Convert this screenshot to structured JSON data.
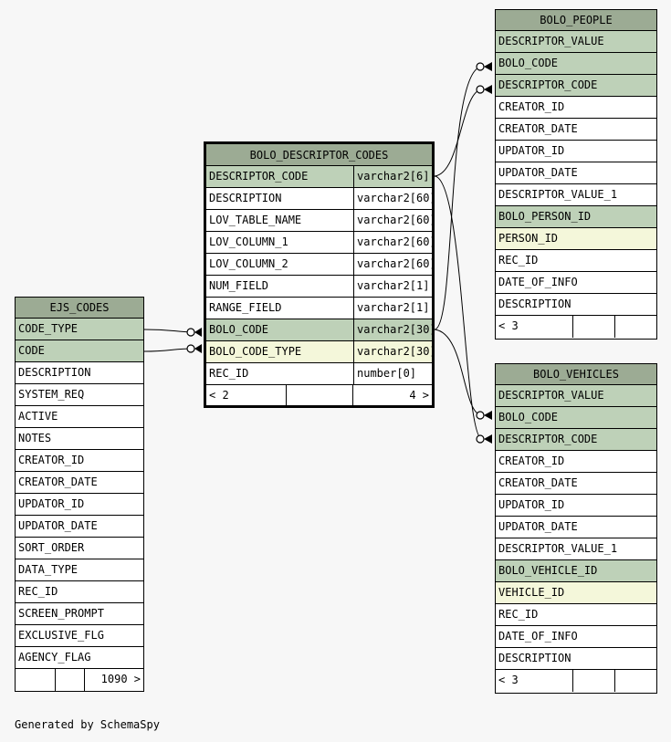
{
  "diagram": {
    "generated_by": "Generated by SchemaSpy",
    "line_color": "#000000",
    "colors": {
      "header": "#9cab94",
      "primary_key": "#bed1b8",
      "foreign_key": "#f4f7da",
      "background": "#f7f7f7"
    }
  },
  "tables": {
    "bolo_descriptor_codes": {
      "name": "BOLO_DESCRIPTOR_CODES",
      "columns": [
        {
          "name": "DESCRIPTOR_CODE",
          "type": "varchar2[6]"
        },
        {
          "name": "DESCRIPTION",
          "type": "varchar2[60]"
        },
        {
          "name": "LOV_TABLE_NAME",
          "type": "varchar2[60]"
        },
        {
          "name": "LOV_COLUMN_1",
          "type": "varchar2[60]"
        },
        {
          "name": "LOV_COLUMN_2",
          "type": "varchar2[60]"
        },
        {
          "name": "NUM_FIELD",
          "type": "varchar2[1]"
        },
        {
          "name": "RANGE_FIELD",
          "type": "varchar2[1]"
        },
        {
          "name": "BOLO_CODE",
          "type": "varchar2[30]"
        },
        {
          "name": "BOLO_CODE_TYPE",
          "type": "varchar2[30]"
        },
        {
          "name": "REC_ID",
          "type": "number[0]"
        }
      ],
      "footer": {
        "parents": "< 2",
        "middle": "",
        "children": "4 >"
      }
    },
    "ejs_codes": {
      "name": "EJS_CODES",
      "columns": [
        "CODE_TYPE",
        "CODE",
        "DESCRIPTION",
        "SYSTEM_REQ",
        "ACTIVE",
        "NOTES",
        "CREATOR_ID",
        "CREATOR_DATE",
        "UPDATOR_ID",
        "UPDATOR_DATE",
        "SORT_ORDER",
        "DATA_TYPE",
        "REC_ID",
        "SCREEN_PROMPT",
        "EXCLUSIVE_FLG",
        "AGENCY_FLAG"
      ],
      "footer": {
        "parents": "",
        "middle": "",
        "children": "1090 >"
      }
    },
    "bolo_people": {
      "name": "BOLO_PEOPLE",
      "columns": [
        "DESCRIPTOR_VALUE",
        "BOLO_CODE",
        "DESCRIPTOR_CODE",
        "CREATOR_ID",
        "CREATOR_DATE",
        "UPDATOR_ID",
        "UPDATOR_DATE",
        "DESCRIPTOR_VALUE_1",
        "BOLO_PERSON_ID",
        "PERSON_ID",
        "REC_ID",
        "DATE_OF_INFO",
        "DESCRIPTION"
      ],
      "footer": {
        "parents": "< 3",
        "middle": "",
        "children": ""
      }
    },
    "bolo_vehicles": {
      "name": "BOLO_VEHICLES",
      "columns": [
        "DESCRIPTOR_VALUE",
        "BOLO_CODE",
        "DESCRIPTOR_CODE",
        "CREATOR_ID",
        "CREATOR_DATE",
        "UPDATOR_ID",
        "UPDATOR_DATE",
        "DESCRIPTOR_VALUE_1",
        "BOLO_VEHICLE_ID",
        "VEHICLE_ID",
        "REC_ID",
        "DATE_OF_INFO",
        "DESCRIPTION"
      ],
      "footer": {
        "parents": "< 3",
        "middle": "",
        "children": ""
      }
    }
  }
}
